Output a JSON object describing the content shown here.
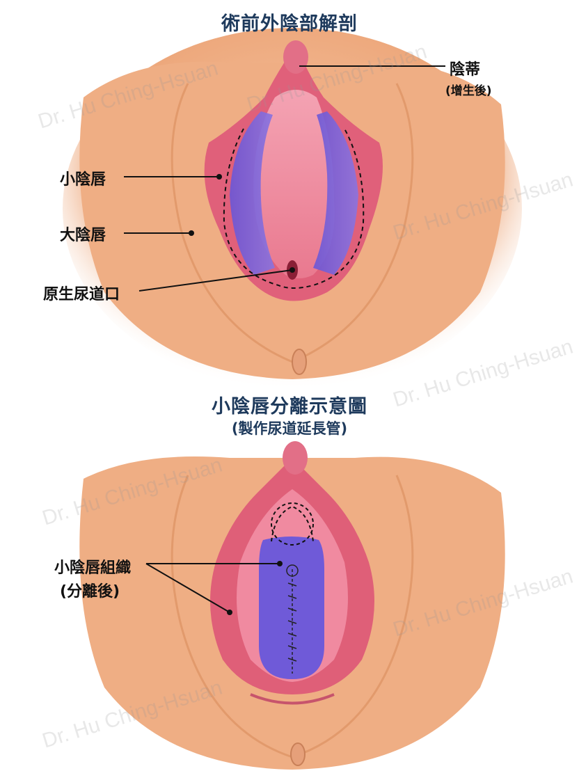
{
  "top": {
    "title": "術前外陰部解剖",
    "labels": {
      "clitoris": "陰蒂",
      "clitoris_note": "(增生後)",
      "labia_minora": "小陰唇",
      "labia_majora": "大陰唇",
      "urethral_opening": "原生尿道口"
    }
  },
  "bottom": {
    "title": "小陰唇分離示意圖",
    "subtitle": "(製作尿道延長管)",
    "labels": {
      "tissue": "小陰唇組織",
      "tissue_note": "(分離後)"
    }
  },
  "watermark": "Dr. Hu Ching-Hsuan",
  "colors": {
    "skin": "#f1b489",
    "skin_shadow": "#d98c5c",
    "tissue": "#e0607a",
    "tissue_light": "#f08aa0",
    "highlight_blue": "#6f5ad8",
    "title": "#1e3a5c"
  }
}
